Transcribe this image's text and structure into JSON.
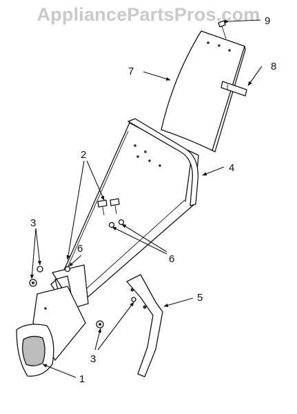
{
  "watermark": "AppliancePartsPros.com",
  "callouts": {
    "c1": "1",
    "c2": "2",
    "c3_left": "3",
    "c3_bottom": "3",
    "c4": "4",
    "c5": "5",
    "c6_left": "6",
    "c6_right": "6",
    "c7": "7",
    "c8": "8",
    "c9": "9"
  }
}
